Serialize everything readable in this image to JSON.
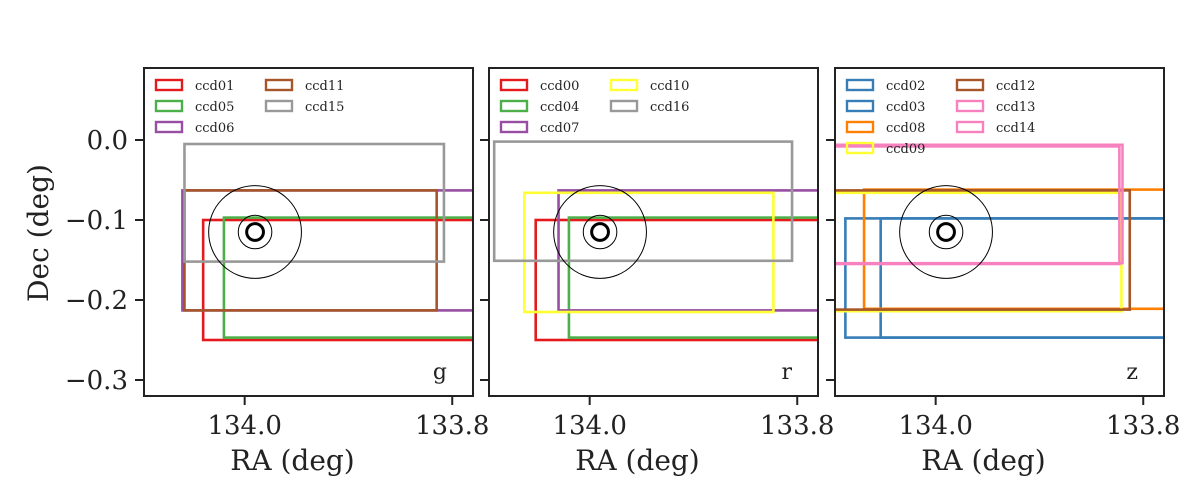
{
  "chart_data": {
    "type": "rectangles",
    "shared": {
      "xlabel": "RA (deg)",
      "ylabel": "Dec (deg)",
      "xlim": [
        134.097,
        133.78
      ],
      "ylim": [
        -0.32,
        0.09
      ],
      "xticks": [
        134.0,
        133.8
      ],
      "xtick_labels": [
        "134.0",
        "133.8"
      ],
      "yticks": [
        0.0,
        -0.1,
        -0.2,
        -0.3
      ],
      "ytick_labels": [
        "0.0",
        "−0.1",
        "−0.2",
        "−0.3"
      ],
      "grid": false,
      "legend_placement": "top-left",
      "target": {
        "ra": 133.99,
        "dec": -0.115,
        "circles": [
          {
            "radius": 0.058,
            "bold": false
          },
          {
            "radius": 0.021,
            "bold": false
          },
          {
            "radius": 0.0105,
            "bold": true
          }
        ],
        "color": "#000000"
      }
    },
    "panels": [
      {
        "band": "g",
        "legend_columns": [
          [
            "ccd01",
            "ccd05",
            "ccd06"
          ],
          [
            "ccd11",
            "ccd15"
          ]
        ],
        "ccds": [
          {
            "name": "ccd01",
            "color": "#e41a1c",
            "ra_min": 133.75,
            "ra_max": 134.04,
            "dec_min": -0.25,
            "dec_max": -0.1
          },
          {
            "name": "ccd05",
            "color": "#4daf4a",
            "ra_min": 133.75,
            "ra_max": 134.02,
            "dec_min": -0.247,
            "dec_max": -0.097
          },
          {
            "name": "ccd06",
            "color": "#984ea3",
            "ra_min": 133.75,
            "ra_max": 134.06,
            "dec_min": -0.213,
            "dec_max": -0.063
          },
          {
            "name": "ccd11",
            "color": "#a65628",
            "ra_min": 133.815,
            "ra_max": 134.058,
            "dec_min": -0.213,
            "dec_max": -0.063
          },
          {
            "name": "ccd15",
            "color": "#999999",
            "ra_min": 133.808,
            "ra_max": 134.058,
            "dec_min": -0.152,
            "dec_max": -0.005
          }
        ]
      },
      {
        "band": "r",
        "legend_columns": [
          [
            "ccd00",
            "ccd04",
            "ccd07"
          ],
          [
            "ccd10",
            "ccd16"
          ]
        ],
        "ccds": [
          {
            "name": "ccd00",
            "color": "#e41a1c",
            "ra_min": 133.75,
            "ra_max": 134.052,
            "dec_min": -0.25,
            "dec_max": -0.1
          },
          {
            "name": "ccd04",
            "color": "#4daf4a",
            "ra_min": 133.75,
            "ra_max": 134.02,
            "dec_min": -0.247,
            "dec_max": -0.097
          },
          {
            "name": "ccd07",
            "color": "#984ea3",
            "ra_min": 133.75,
            "ra_max": 134.03,
            "dec_min": -0.213,
            "dec_max": -0.063
          },
          {
            "name": "ccd10",
            "color": "#ffff33",
            "ra_min": 133.823,
            "ra_max": 134.063,
            "dec_min": -0.215,
            "dec_max": -0.066
          },
          {
            "name": "ccd16",
            "color": "#999999",
            "ra_min": 133.805,
            "ra_max": 134.092,
            "dec_min": -0.151,
            "dec_max": -0.002
          }
        ]
      },
      {
        "band": "z",
        "legend_columns": [
          [
            "ccd02",
            "ccd03",
            "ccd08",
            "ccd09"
          ],
          [
            "ccd12",
            "ccd13",
            "ccd14"
          ]
        ],
        "ccds": [
          {
            "name": "ccd02",
            "color": "#377eb8",
            "ra_min": 133.75,
            "ra_max": 134.087,
            "dec_min": -0.247,
            "dec_max": -0.098
          },
          {
            "name": "ccd03",
            "color": "#377eb8",
            "ra_min": 133.75,
            "ra_max": 134.053,
            "dec_min": -0.247,
            "dec_max": -0.098
          },
          {
            "name": "ccd08",
            "color": "#ff7f00",
            "ra_min": 133.75,
            "ra_max": 134.069,
            "dec_min": -0.211,
            "dec_max": -0.062
          },
          {
            "name": "ccd09",
            "color": "#ffff33",
            "ra_min": 133.821,
            "ra_max": 134.102,
            "dec_min": -0.214,
            "dec_max": -0.066
          },
          {
            "name": "ccd12",
            "color": "#a65628",
            "ra_min": 133.813,
            "ra_max": 134.104,
            "dec_min": -0.212,
            "dec_max": -0.063
          },
          {
            "name": "ccd13",
            "color": "#f781bf",
            "ra_min": 133.82,
            "ra_max": 134.12,
            "dec_min": -0.154,
            "dec_max": -0.006
          },
          {
            "name": "ccd14",
            "color": "#f781bf",
            "ra_min": 133.823,
            "ra_max": 134.117,
            "dec_min": -0.155,
            "dec_max": -0.008
          }
        ]
      }
    ]
  }
}
